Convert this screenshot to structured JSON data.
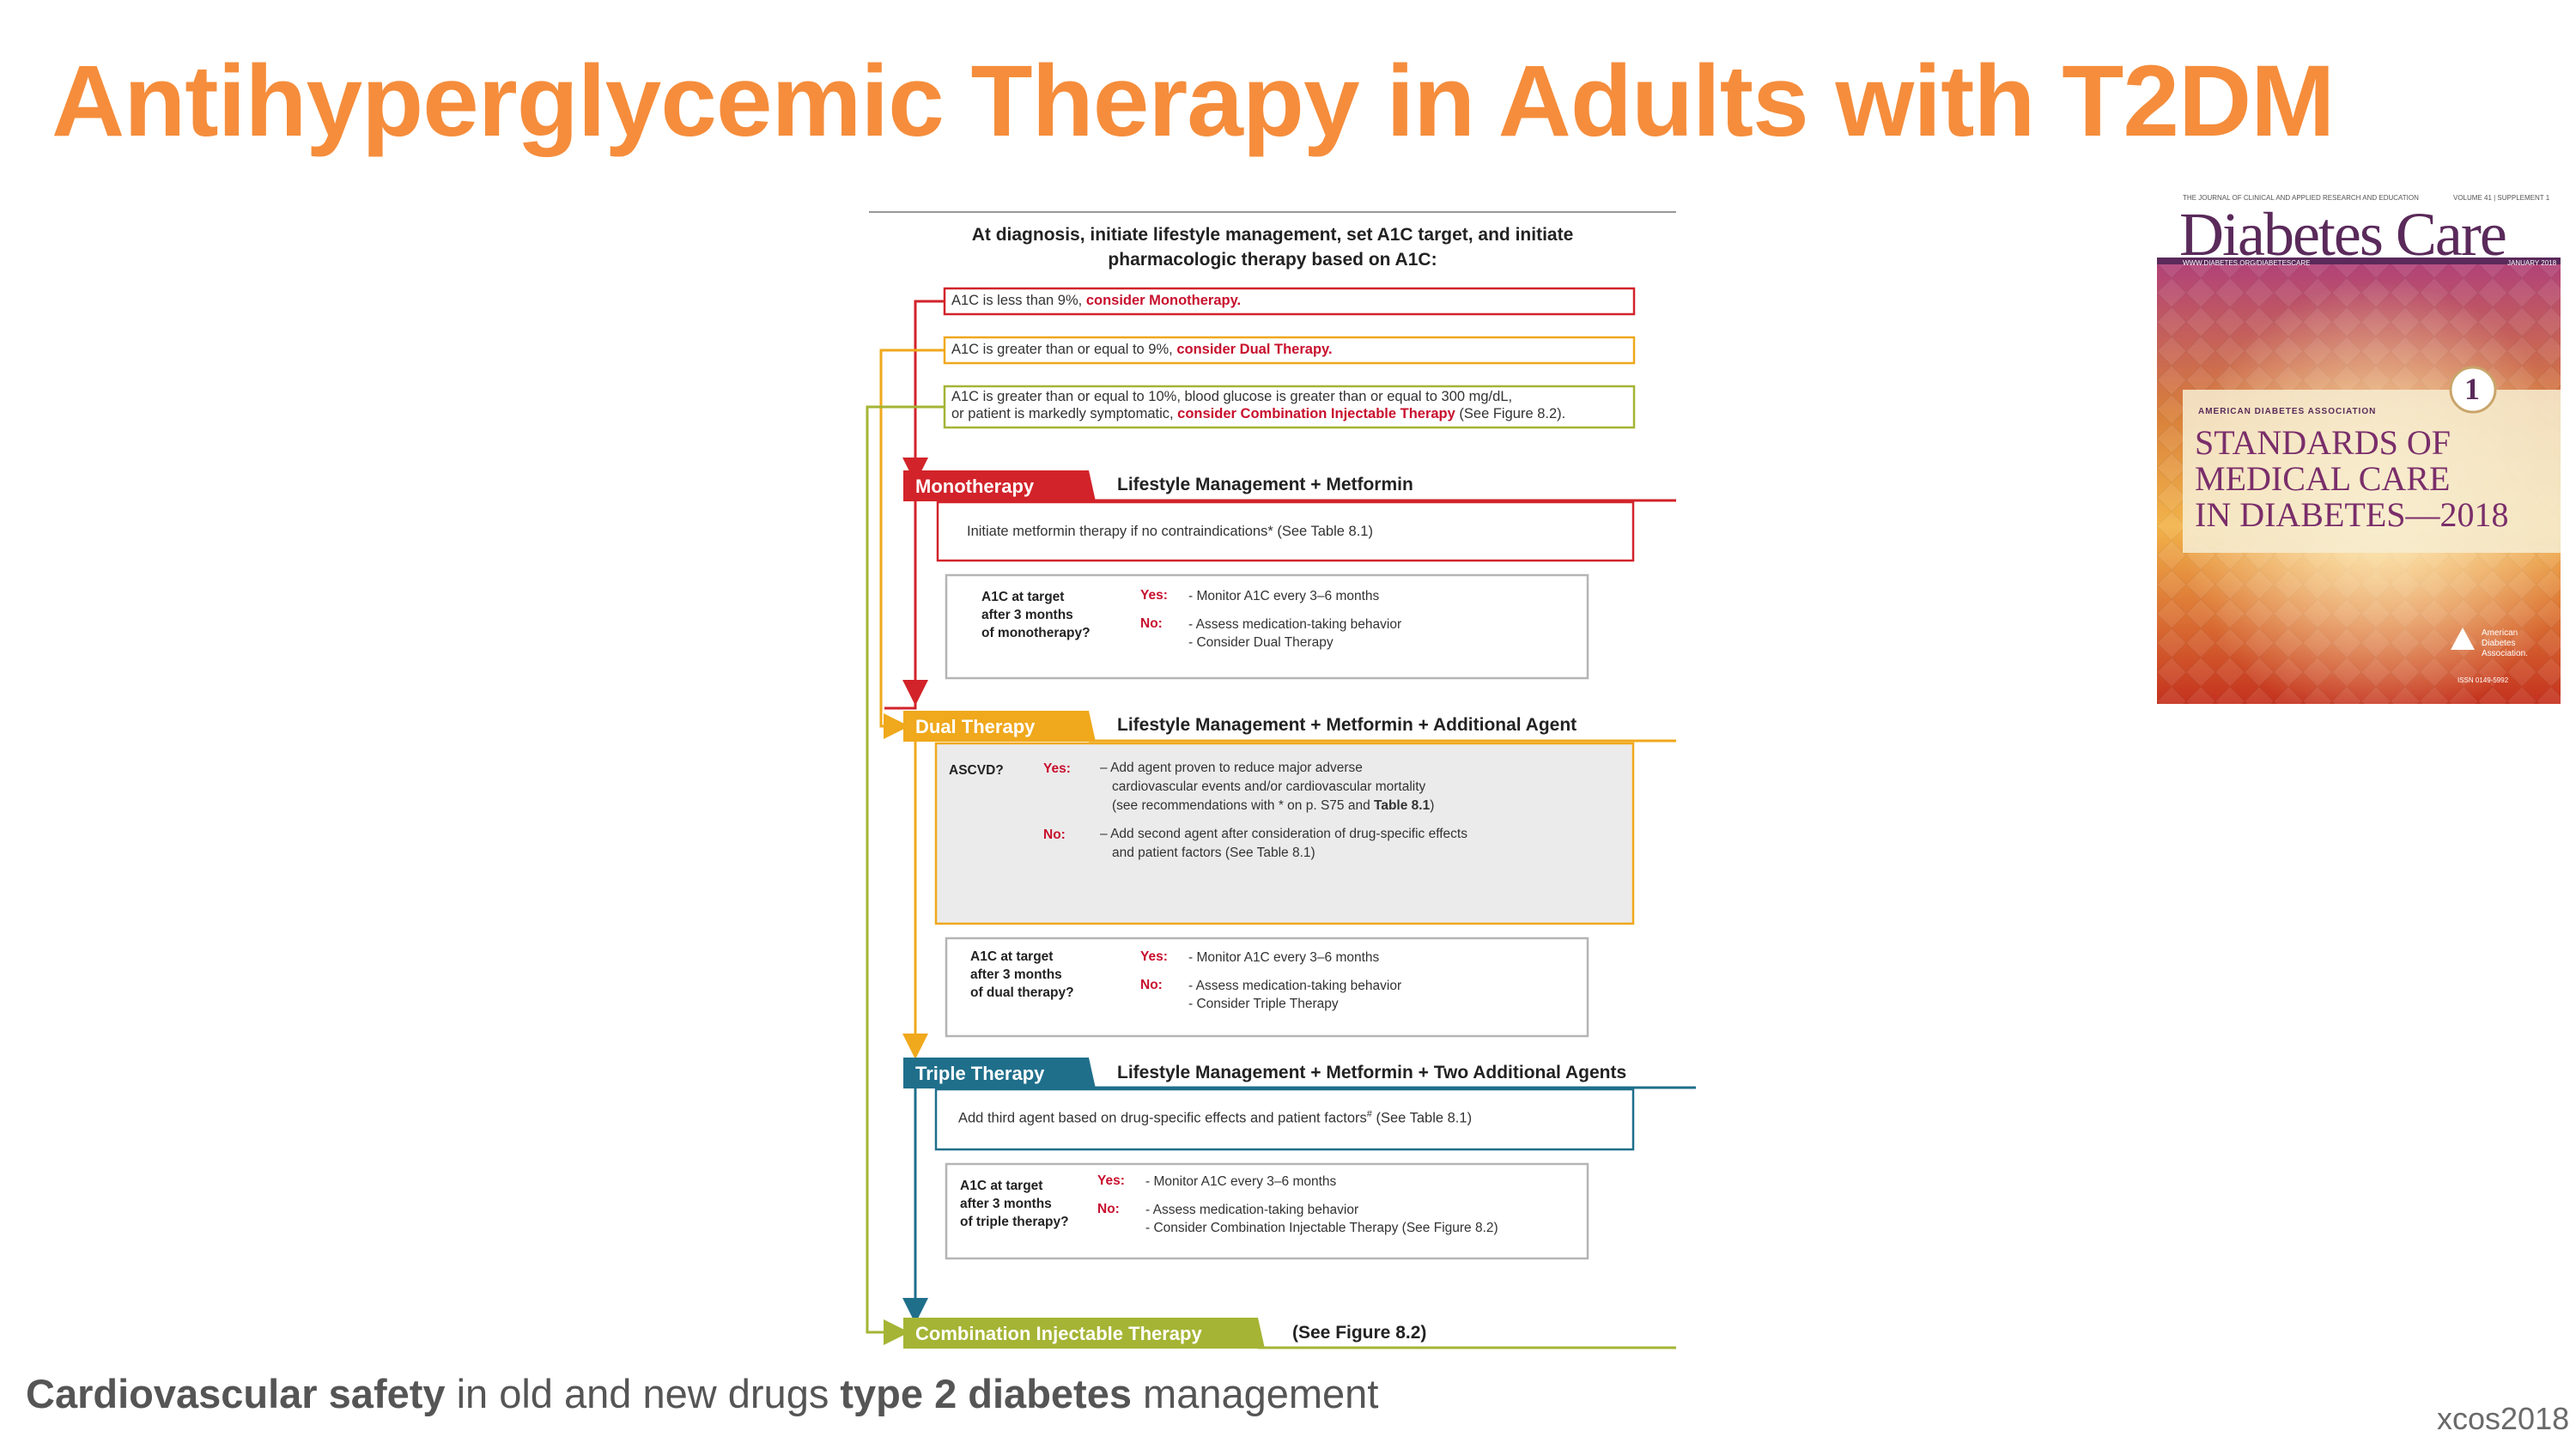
{
  "slide": {
    "title": "Antihyperglycemic Therapy in Adults with T2DM",
    "footer_bold_1": "Cardiovascular safety",
    "footer_text_1": " in old and new drugs  ",
    "footer_bold_2": "type 2 diabetes",
    "footer_text_2": " management",
    "footer_right": "xcos2018"
  },
  "flowchart": {
    "header_line1": "At diagnosis, initiate lifestyle management, set A1C target, and initiate",
    "header_line2": "pharmacologic therapy based on A1C:",
    "criteria": [
      {
        "text": "A1C is less than 9%, ",
        "emphasis": "consider Monotherapy.",
        "color": "#d2232a"
      },
      {
        "text": "A1C is greater than or equal to 9%, ",
        "emphasis": "consider Dual Therapy.",
        "color": "#f0a81c"
      },
      {
        "text_line1": "A1C is greater than or equal to 10%, blood glucose is greater than or equal to 300 mg/dL,",
        "text_line2": "or patient is markedly symptomatic, ",
        "emphasis": "consider Combination Injectable Therapy",
        "suffix": " (See Figure 8.2).",
        "color": "#a5b434"
      }
    ],
    "mono": {
      "label": "Monotherapy",
      "band": "Lifestyle Management + Metformin",
      "note": "Initiate metformin therapy if no contraindications* (See Table 8.1)",
      "q1": "A1C at target",
      "q2": "after 3 months",
      "q3": "of monotherapy?",
      "yes": "Yes:",
      "yes_text": "- Monitor A1C every 3–6 months",
      "no": "No:",
      "no_text1": "- Assess medication-taking behavior",
      "no_text2": "- Consider Dual Therapy"
    },
    "dual": {
      "label": "Dual Therapy",
      "band": "Lifestyle Management + Metformin + Additional Agent",
      "ascvd": "ASCVD?",
      "yes": "Yes:",
      "yes_text1": "– Add agent proven to reduce major adverse",
      "yes_text2": "cardiovascular events and/or cardiovascular mortality",
      "yes_text3a": "(see recommendations with * on p. S75 and ",
      "yes_text3b": "Table 8.1",
      "yes_text3c": ")",
      "no": "No:",
      "no_text1": "– Add second agent after consideration of drug-specific effects",
      "no_text2": "and patient factors (See Table 8.1)",
      "q1": "A1C at target",
      "q2": "after 3 months",
      "q3": "of dual therapy?",
      "check_yes_text": "- Monitor A1C every 3–6 months",
      "check_no_text1": "- Assess medication-taking behavior",
      "check_no_text2": "- Consider Triple Therapy"
    },
    "triple": {
      "label": "Triple Therapy",
      "band": "Lifestyle Management + Metformin + Two Additional Agents",
      "note_a": "Add third agent based on drug-specific effects and patient factors",
      "note_sup": "#",
      "note_b": " (See Table 8.1)",
      "q1": "A1C at target",
      "q2": "after 3 months",
      "q3": "of triple therapy?",
      "yes": "Yes:",
      "yes_text": "- Monitor A1C every 3–6 months",
      "no": "No:",
      "no_text1": "- Assess medication-taking behavior",
      "no_text2": "- Consider Combination Injectable Therapy (See Figure 8.2)"
    },
    "combo": {
      "label": "Combination Injectable Therapy",
      "band": "(See Figure 8.2)"
    },
    "colors": {
      "mono": "#d2232a",
      "dual": "#f0a81c",
      "triple": "#1f6f8b",
      "combo": "#a5b434",
      "dual_fill": "#ebebeb"
    }
  },
  "cover": {
    "top_line": "THE JOURNAL OF CLINICAL AND APPLIED RESEARCH AND EDUCATION",
    "volume": "VOLUME 41 | SUPPLEMENT 1",
    "masthead": "Diabetes Care",
    "url": "WWW.DIABETES.ORG/DIABETESCARE",
    "month": "JANUARY 2018",
    "supplement_number": "1",
    "association": "AMERICAN DIABETES ASSOCIATION",
    "standards_1": "STANDARDS OF",
    "standards_2": "MEDICAL CARE",
    "standards_3": "IN DIABETES—2018",
    "logo_text_1": "American",
    "logo_text_2": "Diabetes",
    "logo_text_3": "Association.",
    "issn": "ISSN 0149-5992"
  }
}
